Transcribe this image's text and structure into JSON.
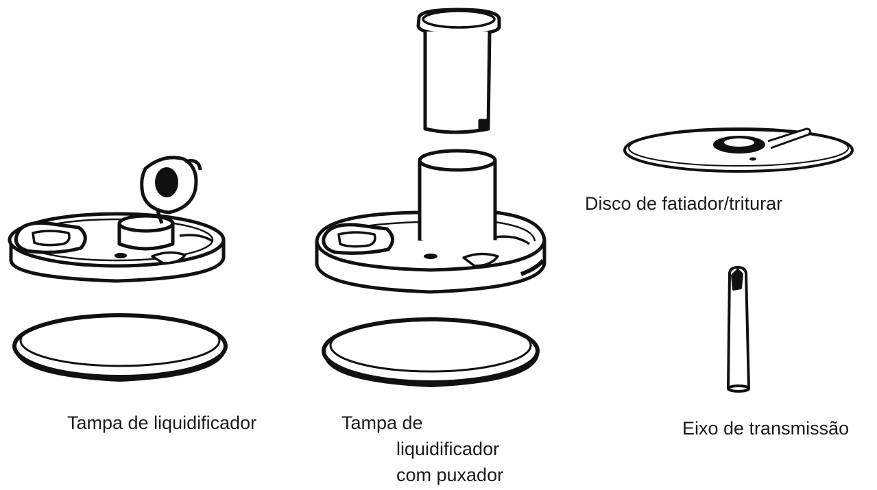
{
  "labels": {
    "blender_lid": "Tampa de liquidificador",
    "pusher_lid_line1": "Tampa de",
    "pusher_lid_line2": "liquidificador",
    "pusher_lid_line3": "com puxador",
    "slicing_disc": "Disco de fatiador/triturar",
    "drive_shaft": "Eixo de transmissão"
  },
  "colors": {
    "ink": "#111111",
    "paper": "#ffffff"
  }
}
